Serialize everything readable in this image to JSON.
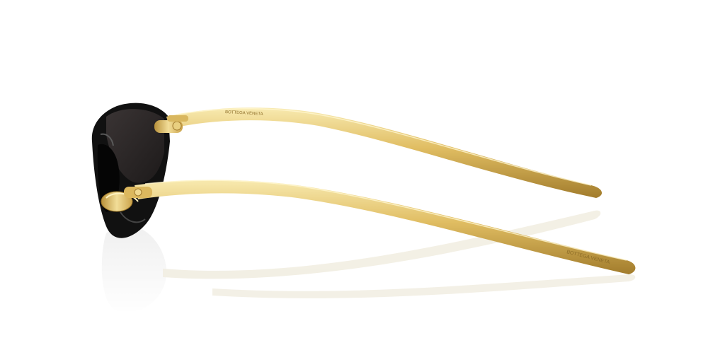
{
  "image": {
    "subject": "sunglasses-side-view",
    "engravings": {
      "upper_temple": "BOTTEGA VENETA",
      "lower_temple_tip": "BOTTEGA VENETA"
    }
  },
  "colors": {
    "background": "#ffffff",
    "frame": "#111111",
    "lens": "#2a2626",
    "gold_light": "#f6e6a4",
    "gold_mid": "#d6b155",
    "gold_dark": "#9c7628",
    "reflection": "#ededed"
  }
}
